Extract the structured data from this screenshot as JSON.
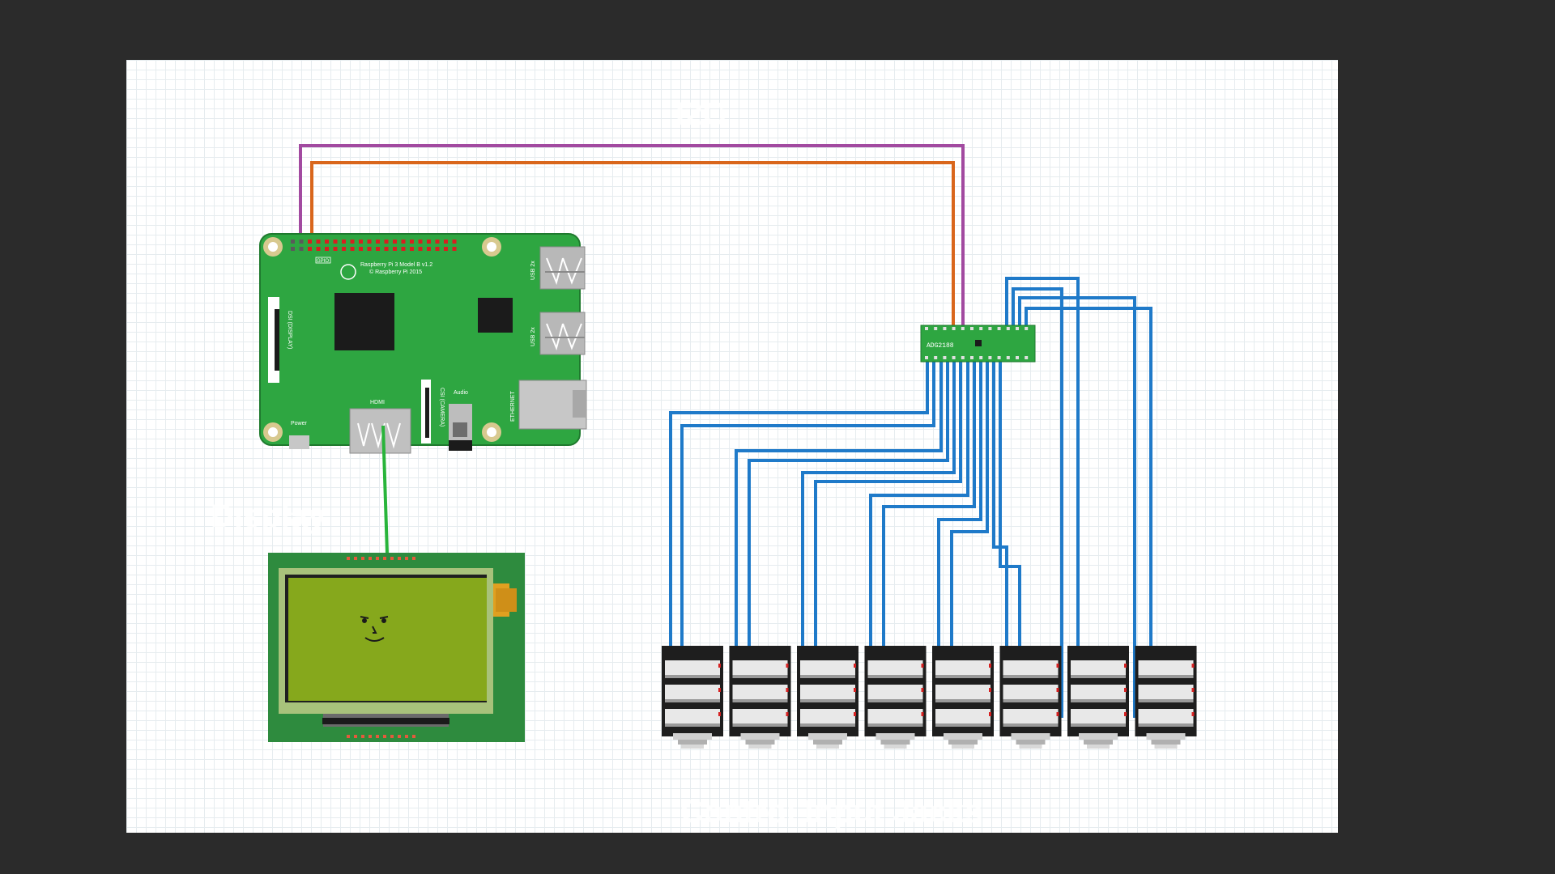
{
  "diagram": {
    "caption_i2c": "I2C",
    "caption_display": "Display",
    "caption_jacks": "Control Input Jacks"
  },
  "raspberry_pi": {
    "model_line1": "Raspberry Pi 3 Model B v1.2",
    "model_line2": "© Raspberry Pi 2015",
    "gpio_label": "GPIO",
    "usb_label": "USB 2x",
    "ethernet_label": "ETHERNET",
    "hdmi_label": "HDMI",
    "audio_label": "Audio",
    "power_label": "Power",
    "dsi_label": "DSI (DISPLAY)",
    "csi_label": "CSI (CAMERA)"
  },
  "mux_chip": {
    "name": "ADG2188"
  },
  "display_module": {
    "face": ":-)"
  },
  "jacks": {
    "count": 8
  },
  "colors": {
    "wire_blue": "#1f7ac9",
    "wire_purple": "#a24aa0",
    "wire_orange": "#d9661c",
    "wire_green": "#28b43a",
    "pcb_green": "#2ea641",
    "lcd_green": "#86a81c",
    "background": "#2b2b2b"
  }
}
